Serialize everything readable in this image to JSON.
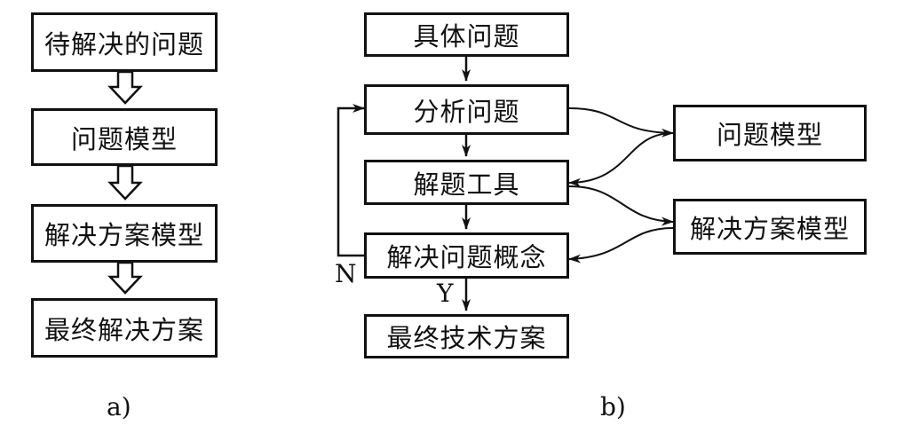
{
  "diagram_a": {
    "caption": "a)",
    "boxes": [
      "待解决的问题",
      "问题模型",
      "解决方案模型",
      "最终解决方案"
    ]
  },
  "diagram_b": {
    "caption": "b)",
    "main": [
      "具体问题",
      "分析问题",
      "解题工具",
      "解决问题概念",
      "最终技术方案"
    ],
    "side": [
      "问题模型",
      "解决方案模型"
    ],
    "yes_label": "Y",
    "no_label": "N"
  }
}
